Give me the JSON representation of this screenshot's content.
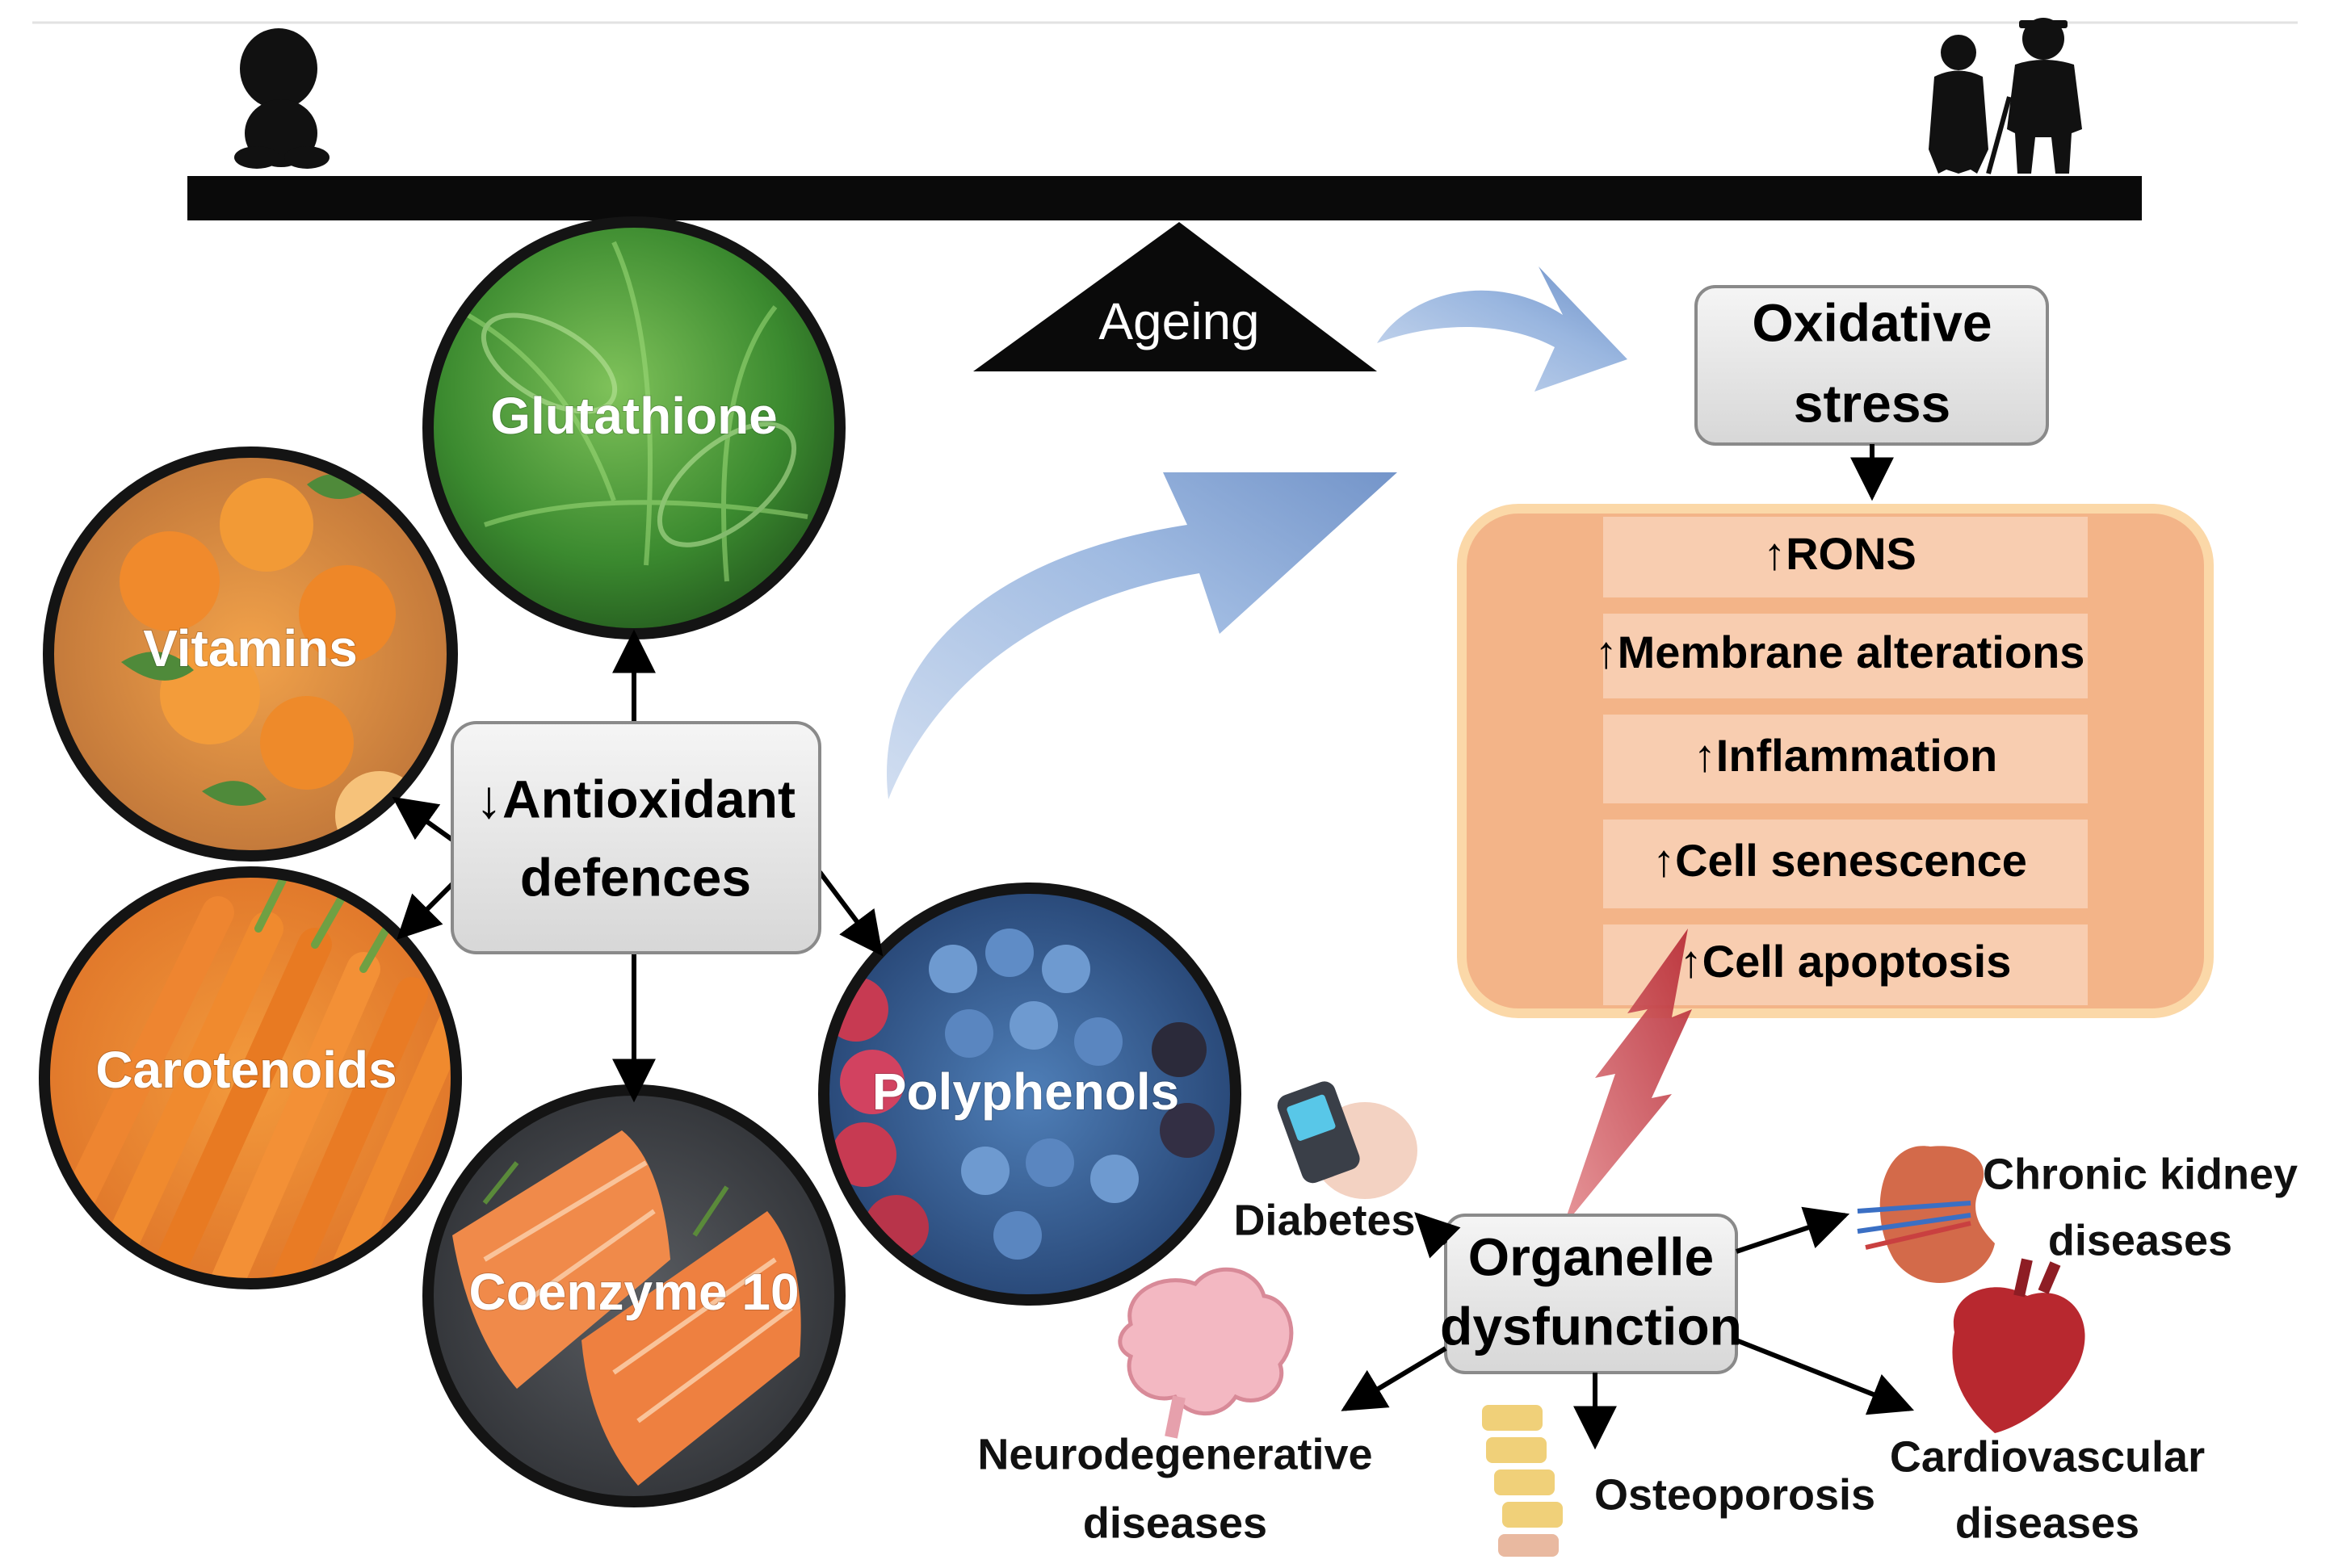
{
  "balance": {
    "fulcrum_label": "Ageing",
    "left_figure_icon": "baby-icon",
    "right_figure_icon": "elderly-couple-icon"
  },
  "antioxidants": {
    "center_label_line1": "↓Antioxidant",
    "center_label_line2": "defences",
    "foods": [
      {
        "label": "Glutathione",
        "image_icon": "spinach-leaves-icon"
      },
      {
        "label": "Vitamins",
        "image_icon": "tangerines-icon"
      },
      {
        "label": "Carotenoids",
        "image_icon": "carrots-icon"
      },
      {
        "label": "Coenzyme 10",
        "image_icon": "salmon-fillet-icon"
      },
      {
        "label": "Polyphenols",
        "image_icon": "berries-icon"
      }
    ]
  },
  "oxidative": {
    "title_line1": "Oxidative",
    "title_line2": "stress",
    "effects": [
      "↑RONS",
      "↑Membrane alterations",
      "↑Inflammation",
      "↑Cell senescence",
      "↑Cell apoptosis"
    ]
  },
  "organelle": {
    "label_line1": "Organelle",
    "label_line2": "dysfunction",
    "diseases": [
      {
        "line1": "Diabetes",
        "line2": "",
        "icon": "glucose-meter-icon"
      },
      {
        "line1": "Chronic kidney",
        "line2": "diseases",
        "icon": "kidney-icon"
      },
      {
        "line1": "Neurodegenerative",
        "line2": "diseases",
        "icon": "brain-icon"
      },
      {
        "line1": "Osteoporosis",
        "line2": "",
        "icon": "spine-icon"
      },
      {
        "line1": "Cardiovascular",
        "line2": "diseases",
        "icon": "heart-icon"
      }
    ]
  },
  "colors": {
    "grey_box": "#e4e4e4",
    "peach_panel": "#f3b488",
    "peach_strip": "#f8cdb0",
    "blue_arrow": "#8eaedc",
    "lightning": "#c8323a",
    "bar": "#0a0a0a"
  }
}
